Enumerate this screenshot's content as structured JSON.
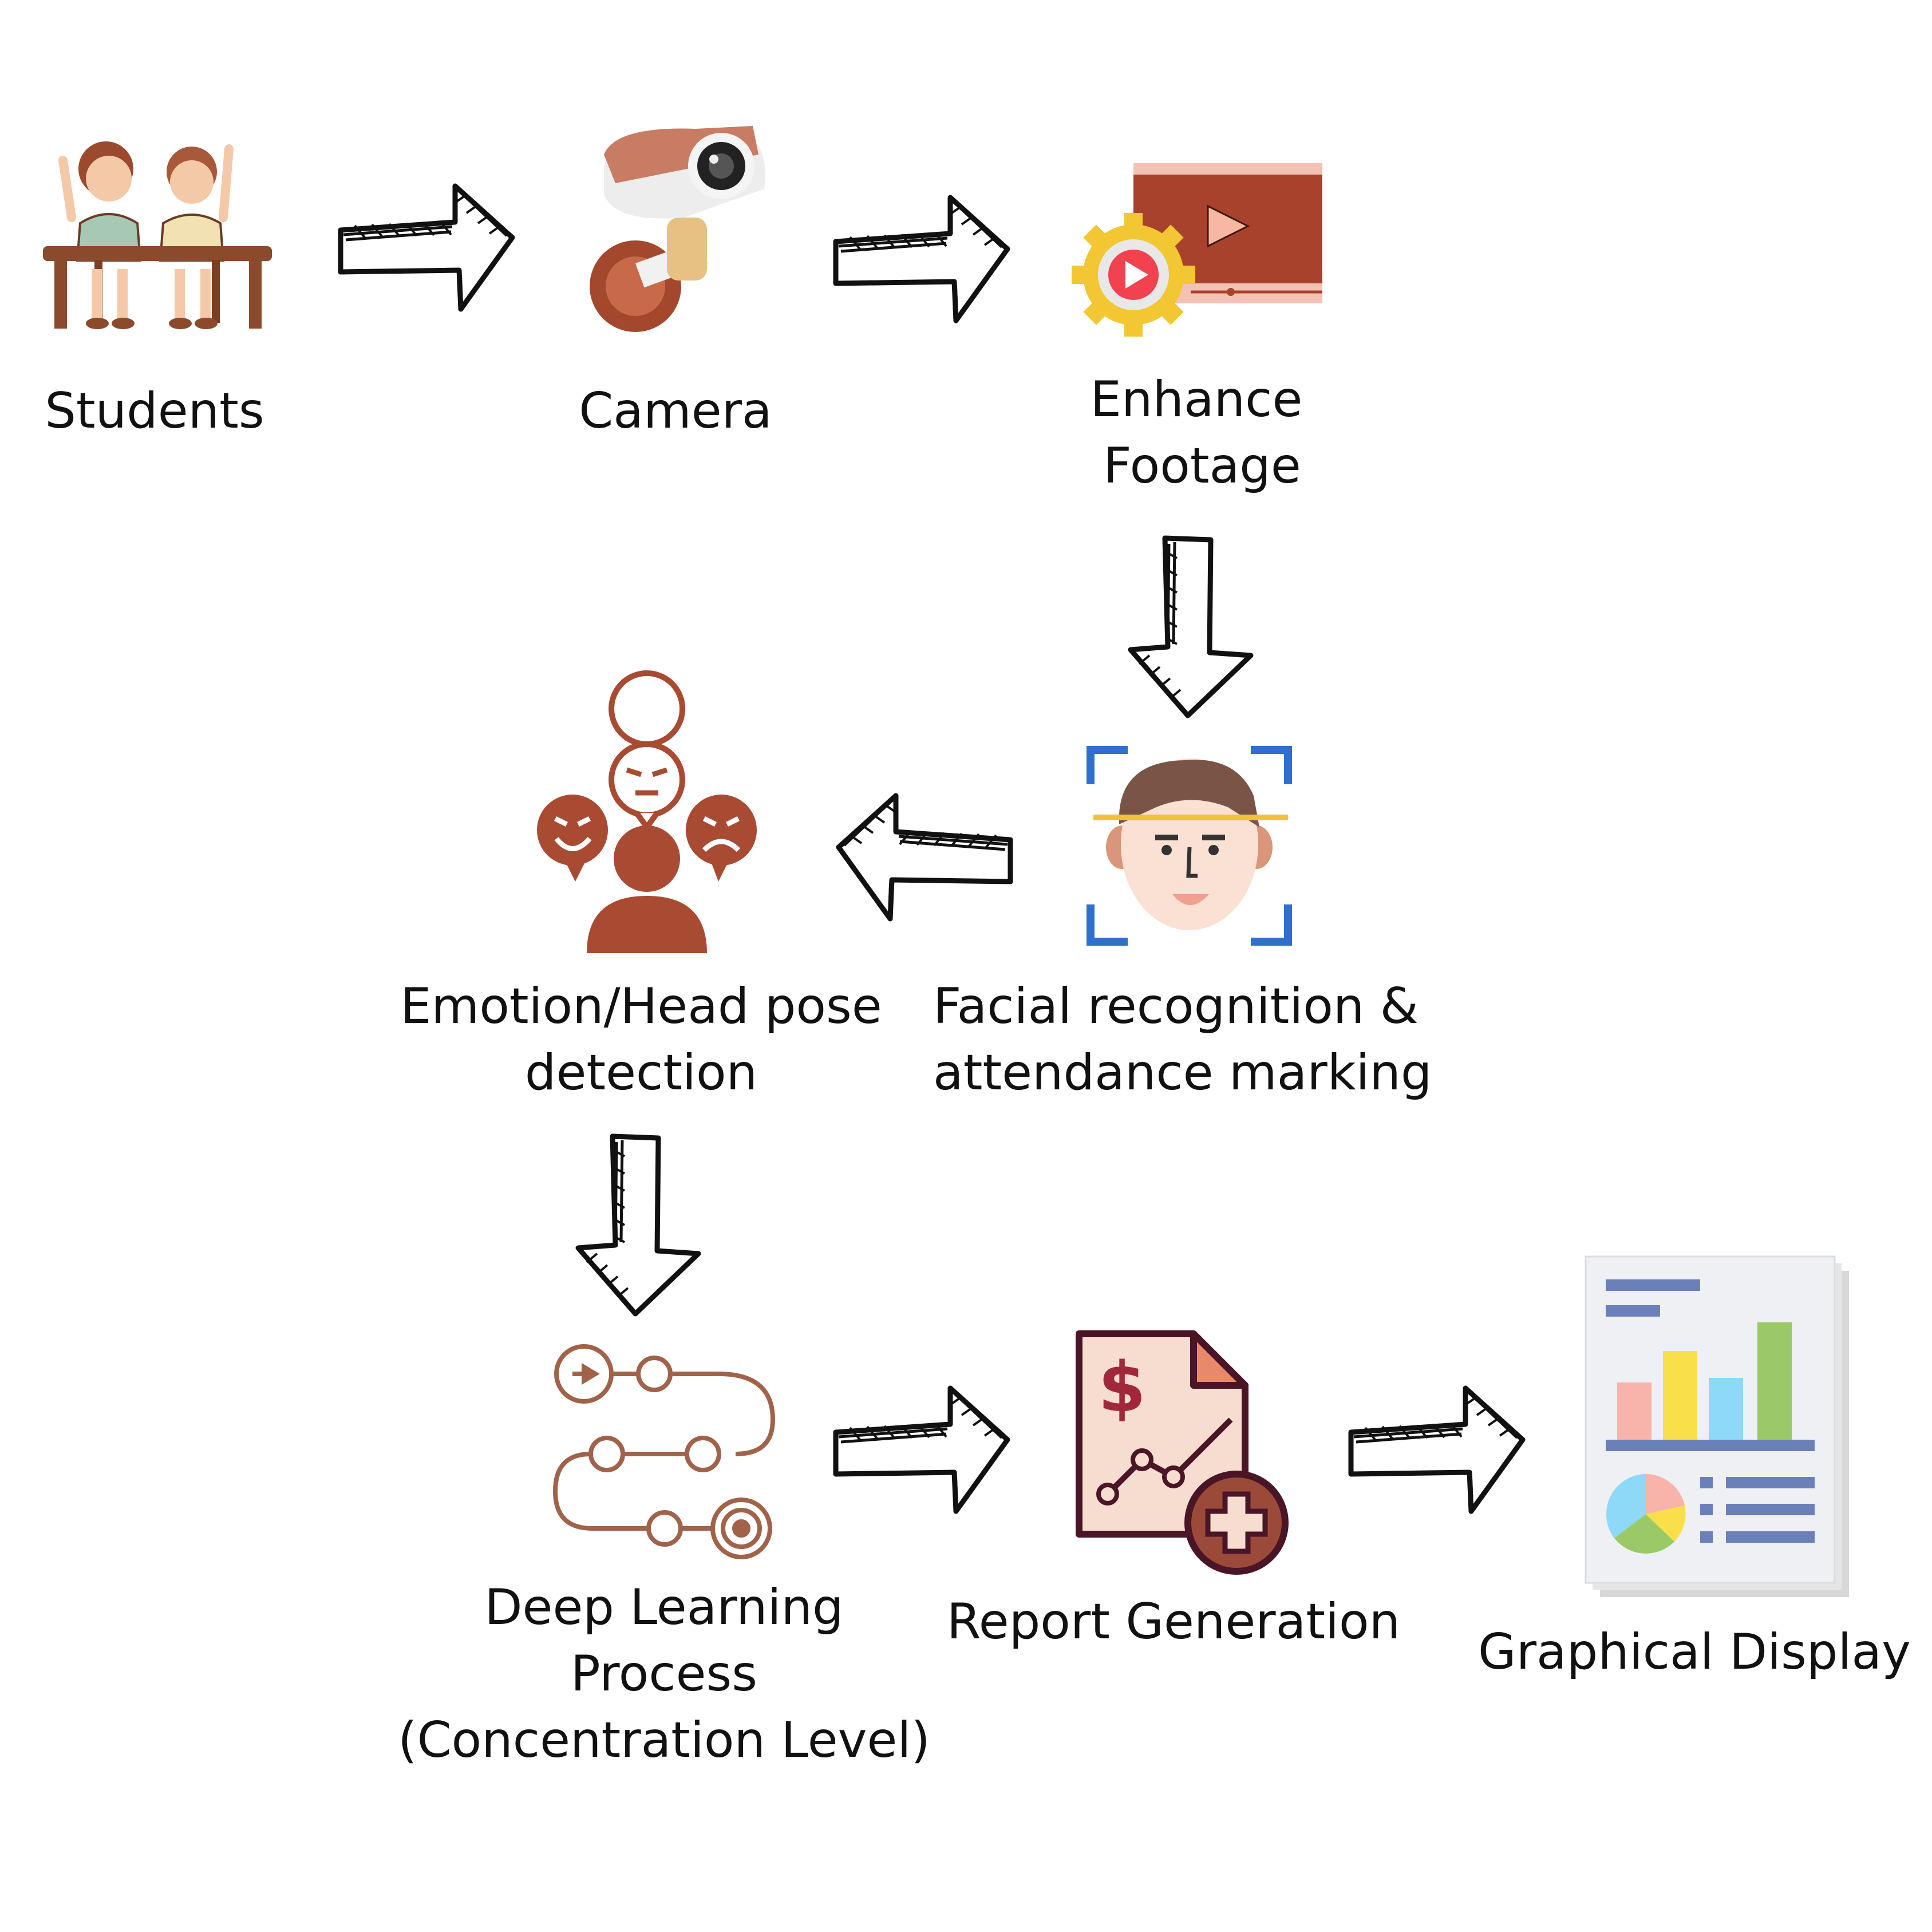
{
  "nodes": {
    "students": {
      "lines": [
        "Students"
      ]
    },
    "camera": {
      "lines": [
        "Camera"
      ]
    },
    "enhance": {
      "lines": [
        "Enhance",
        "Footage"
      ]
    },
    "facial": {
      "lines": [
        "Facial recognition &",
        "attendance marking"
      ]
    },
    "emotion": {
      "lines": [
        "Emotion/Head pose",
        "detection"
      ]
    },
    "deep": {
      "lines": [
        "Deep Learning",
        "Process",
        "(Concentration Level)"
      ]
    },
    "report": {
      "lines": [
        "Report Generation"
      ]
    },
    "graphical": {
      "lines": [
        "Graphical Display"
      ]
    }
  },
  "icons": {
    "students": "students-at-desk-icon",
    "camera": "security-camera-icon",
    "enhance": "video-player-gear-icon",
    "facial": "face-scan-icon",
    "emotion": "person-emotions-icon",
    "deep": "process-path-icon",
    "report": "financial-report-icon",
    "graphical": "dashboard-report-icon"
  },
  "colors": {
    "brick": "#A94B32",
    "camera_copper": "#C77C63",
    "path_brown": "#A0634A",
    "report_outline": "#4A1526",
    "report_fill": "#F7DCD0",
    "scan_blue": "#2F6FCF",
    "arrow_stroke": "#111111"
  }
}
